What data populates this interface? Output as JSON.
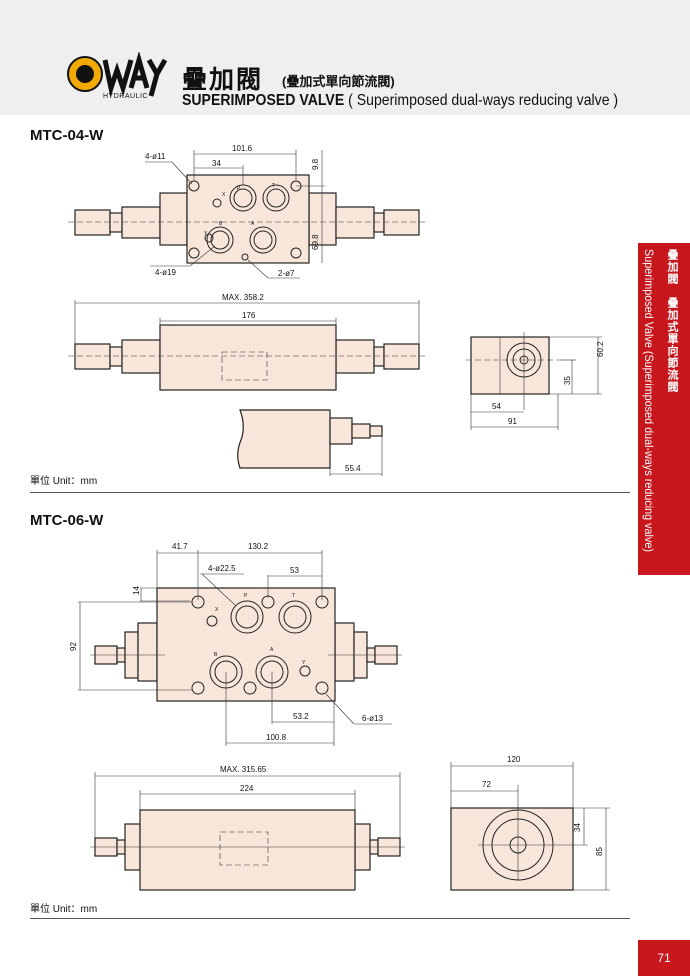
{
  "header": {
    "brand": "WAY",
    "brand_sub": "HYDRAULIC",
    "title_zh": "疊加閥",
    "title_zh_sub": "(疊加式單向節流閥)",
    "title_en": "SUPERIMPOSED VALVE",
    "title_en_sub": "( Superimposed dual-ways reducing valve )"
  },
  "side_tab": {
    "zh": "疊加閥　疊加式單向節流閥",
    "en": "Superimposed Valve (Superimposed dual-ways reducing valve)"
  },
  "sections": [
    {
      "title": "MTC-04-W",
      "unit": "單位 Unit：mm",
      "dims": {
        "d101_6": "101.6",
        "d34": "34",
        "d9_8": "9.8",
        "d69_8": "69.8",
        "holes_11": "4-ø11",
        "holes_19": "4-ø19",
        "holes_7": "2-ø7",
        "max": "MAX. 358.2",
        "d176": "176",
        "d55_4": "55.4",
        "d60_2": "60.2",
        "d35": "35",
        "d54": "54",
        "d91": "91"
      },
      "ports": {
        "p": "P",
        "t": "T",
        "a": "A",
        "b": "B",
        "x": "X",
        "y": "Y"
      }
    },
    {
      "title": "MTC-06-W",
      "unit": "單位 Unit：mm",
      "dims": {
        "d41_7": "41.7",
        "d130_2": "130.2",
        "holes_22_5": "4-ø22.5",
        "d53": "53",
        "d14": "14",
        "d92": "92",
        "d53_2": "53.2",
        "d100_8": "100.8",
        "holes_13": "6-ø13",
        "max": "MAX. 315.65",
        "d224": "224",
        "d120": "120",
        "d72": "72",
        "d34": "34",
        "d85": "85"
      },
      "ports": {
        "p": "P",
        "t": "T",
        "a": "A",
        "b": "B",
        "x": "X",
        "y": "Y"
      }
    }
  ],
  "page_number": "71",
  "colors": {
    "accent": "#c8161d",
    "body_fill": "#f8e6da",
    "logo": "#f2a900"
  }
}
